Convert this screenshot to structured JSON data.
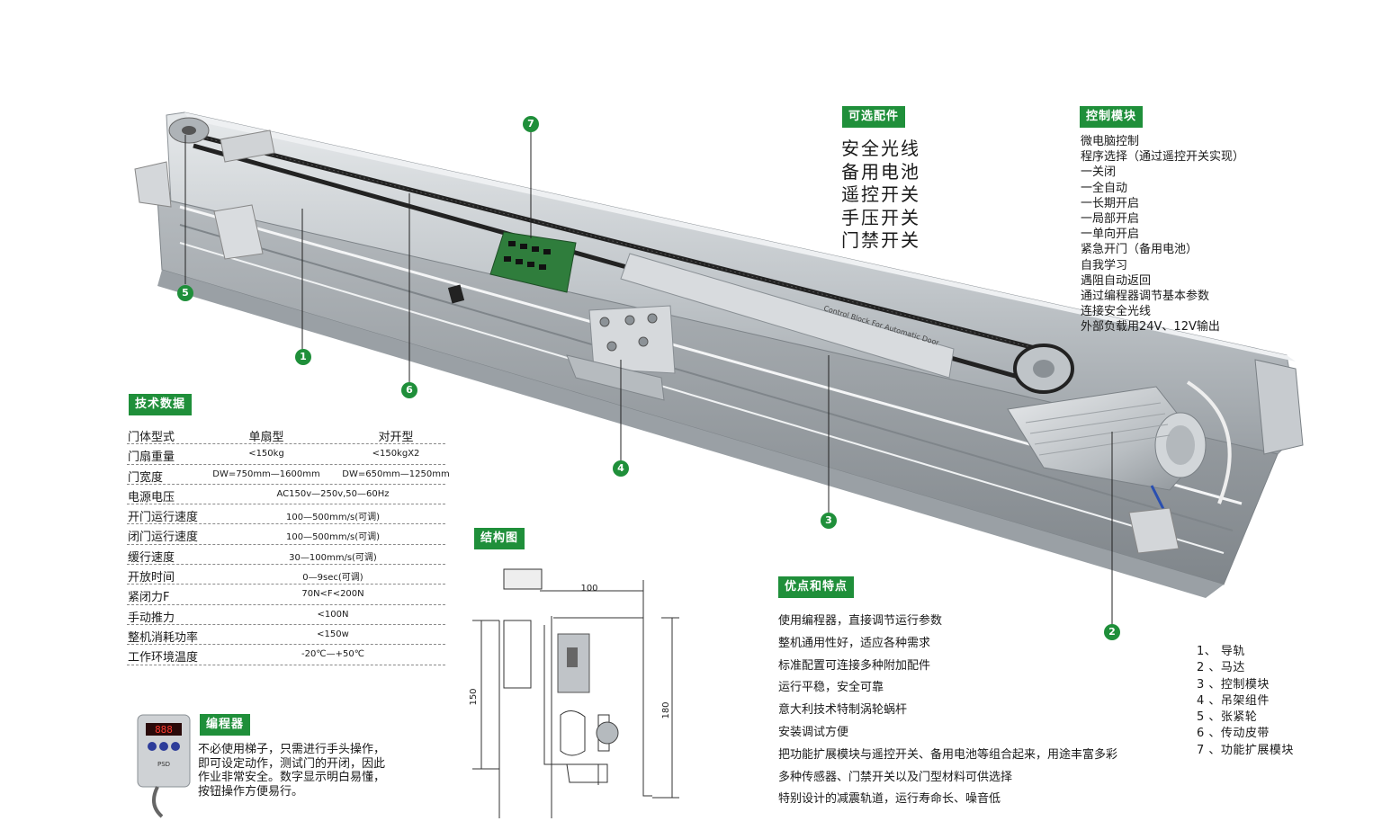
{
  "tags": {
    "optional": "可选配件",
    "control": "控制模块",
    "tech": "技术数据",
    "structure": "结构图",
    "programmer": "编程器",
    "features": "优点和特点"
  },
  "optional_items": [
    "安全光线",
    "备用电池",
    "遥控开关",
    "手压开关",
    "门禁开关"
  ],
  "control_items": [
    "微电脑控制",
    "程序选择（通过遥控开关实现）",
    "一关闭",
    "一全自动",
    "一长期开启",
    "一局部开启",
    "一单向开启",
    "紧急开门（备用电池）",
    "自我学习",
    "遇阻自动返回",
    "通过编程器调节基本参数",
    "连接安全光线",
    "外部负载用24V、12V输出"
  ],
  "spec_table": {
    "header": [
      "门体型式",
      "单扇型",
      "对开型"
    ],
    "rows": [
      {
        "label": "门扇重量",
        "single": "<150kg",
        "double": "<150kgX2"
      },
      {
        "label": "门宽度",
        "single": "DW=750mm—1600mm",
        "double": "DW=650mm—1250mm"
      },
      {
        "label": "电源电压",
        "span": "AC150v—250v,50—60Hz"
      },
      {
        "label": "开门运行速度",
        "span": "100—500mm/s(可调)"
      },
      {
        "label": "闭门运行速度",
        "span": "100—500mm/s(可调)"
      },
      {
        "label": "缓行速度",
        "span": "30—100mm/s(可调)"
      },
      {
        "label": "开放时间",
        "span": "0—9sec(可调)"
      },
      {
        "label": "紧闭力F",
        "span": "70N<F<200N"
      },
      {
        "label": "手动推力",
        "span": "<100N"
      },
      {
        "label": "整机消耗功率",
        "span": "<150w"
      },
      {
        "label": "工作环境温度",
        "span": "-20℃—+50℃"
      }
    ]
  },
  "programmer_text": [
    "不必使用梯子，只需进行手头操作，",
    "即可设定动作，测试门的开闭，因此",
    "作业非常安全。数字显示明白易懂，",
    "按钮操作方便易行。"
  ],
  "features": [
    "使用编程器，直接调节运行参数",
    "整机通用性好，适应各种需求",
    "标准配置可连接多种附加配件",
    "运行平稳，安全可靠",
    "意大利技术特制涡轮蜗杆",
    "安装调试方便",
    "把功能扩展模块与遥控开关、备用电池等组合起来，用途丰富多彩",
    "多种传感器、门禁开关以及门型材料可供选择",
    "特别设计的减震轨道，运行寿命长、噪音低"
  ],
  "parts": [
    "1、 导轨",
    "2 、马达",
    "3 、控制模块",
    "4 、吊架组件",
    "5 、张紧轮",
    "6 、传动皮带",
    "7 、功能扩展模块"
  ],
  "callouts": [
    "1",
    "2",
    "3",
    "4",
    "5",
    "6",
    "7"
  ],
  "dimensions": {
    "width": "100",
    "height_inner": "150",
    "height_outer": "180"
  },
  "device_labels": {
    "control_block": "Control Block For Automatic Door",
    "programmer_brand": "PSD",
    "display": "888"
  },
  "colors": {
    "accent": "#1f8f3a",
    "aluminum": "#c9cdd0",
    "belt": "#222222"
  }
}
